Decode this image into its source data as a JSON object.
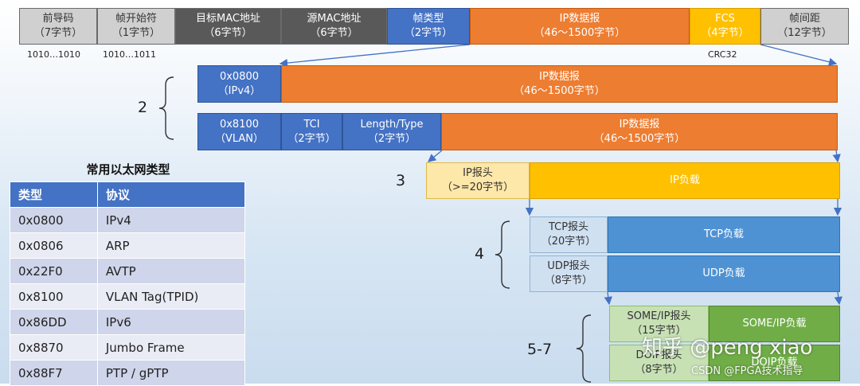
{
  "frame": {
    "fields": [
      {
        "name": "前导码",
        "size": "（7字节）"
      },
      {
        "name": "帧开始符",
        "size": "（1字节）"
      },
      {
        "name": "目标MAC地址",
        "size": "（6字节）"
      },
      {
        "name": "源MAC地址",
        "size": "（6字节）"
      },
      {
        "name": "帧类型",
        "size": "（2字节）"
      },
      {
        "name": "IP数据报",
        "size": "（46～1500字节）"
      },
      {
        "name": "FCS",
        "size": "（4字节）"
      },
      {
        "name": "帧间距",
        "size": "（12字节）"
      }
    ],
    "preamble_bits": "1010…1010",
    "sfd_bits": "1010…1011",
    "fcs_note": "CRC32"
  },
  "level2": {
    "label": "2",
    "ipv4_row": [
      {
        "line1": "0x0800",
        "line2": "（IPv4）"
      },
      {
        "line1": "IP数据报",
        "line2": "（46～1500字节）"
      }
    ],
    "vlan_row": [
      {
        "line1": "0x8100",
        "line2": "（VLAN）"
      },
      {
        "line1": "TCI",
        "line2": "（2字节）"
      },
      {
        "line1": "Length/Type",
        "line2": "（2字节）"
      },
      {
        "line1": "IP数据报",
        "line2": "（46～1500字节）"
      }
    ]
  },
  "level3": {
    "label": "3",
    "header_line1": "IP报头",
    "header_line2": "（>=20字节）",
    "payload": "IP负载"
  },
  "level4": {
    "label": "4",
    "tcp_header_line1": "TCP报头",
    "tcp_header_line2": "（20字节）",
    "tcp_payload": "TCP负载",
    "udp_header_line1": "UDP报头",
    "udp_header_line2": "（8字节）",
    "udp_payload": "UDP负载"
  },
  "level57": {
    "label": "5-7",
    "someip_header_line1": "SOME/IP报头",
    "someip_header_line2": "（15字节）",
    "someip_payload": "SOME/IP负载",
    "doip_header_line1": "DOIP报头",
    "doip_header_line2": "（8字节）",
    "doip_payload": "DOIP负载"
  },
  "ether_table": {
    "title": "常用以太网类型",
    "headers": [
      "类型",
      "协议"
    ],
    "rows": [
      [
        "0x0800",
        "IPv4"
      ],
      [
        "0x0806",
        "ARP"
      ],
      [
        "0x22F0",
        "AVTP"
      ],
      [
        "0x8100",
        "VLAN Tag(TPID)"
      ],
      [
        "0x86DD",
        "IPv6"
      ],
      [
        "0x8870",
        "Jumbo Frame"
      ],
      [
        "0x88F7",
        "PTP / gPTP"
      ]
    ]
  },
  "watermark": {
    "zhihu": "知乎 @peng xiao",
    "csdn": "CSDN @FPGA技术指导"
  }
}
